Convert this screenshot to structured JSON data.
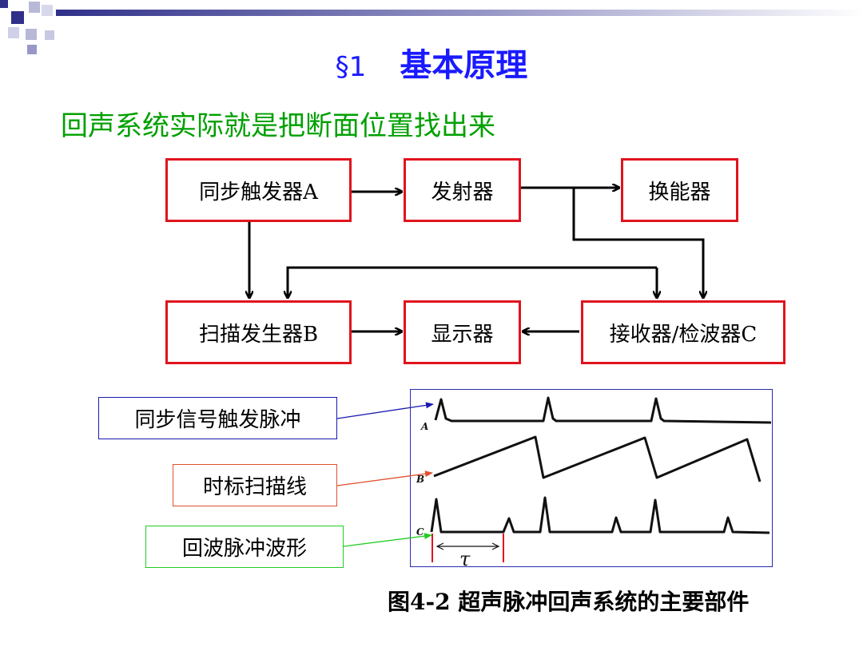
{
  "title": {
    "section": "§1",
    "text": "基本原理"
  },
  "subtitle": "回声系统实际就是把断面位置找出来",
  "blocks": {
    "sync_trigger": "同步触发器A",
    "transmitter": "发射器",
    "transducer": "换能器",
    "sweep_generator": "扫描发生器B",
    "display": "显示器",
    "receiver": "接收器/检波器C"
  },
  "waveform_labels": {
    "sync_pulse": "同步信号触发脉冲",
    "time_sweep": "时标扫描线",
    "echo_pulse": "回波脉冲波形"
  },
  "waveform_panel": {
    "trace_a": "A",
    "trace_b": "B",
    "trace_c": "C",
    "interval": "τ"
  },
  "caption": "图4-2 超声脉冲回声系统的主要部件",
  "colors": {
    "title": "#1a1aff",
    "subtitle": "#00a000",
    "block_border": "#e0141e",
    "label_blue": "#1a1ab0",
    "label_red": "#e05030",
    "label_green": "#22cc22",
    "deco_blue": "#30308a"
  }
}
